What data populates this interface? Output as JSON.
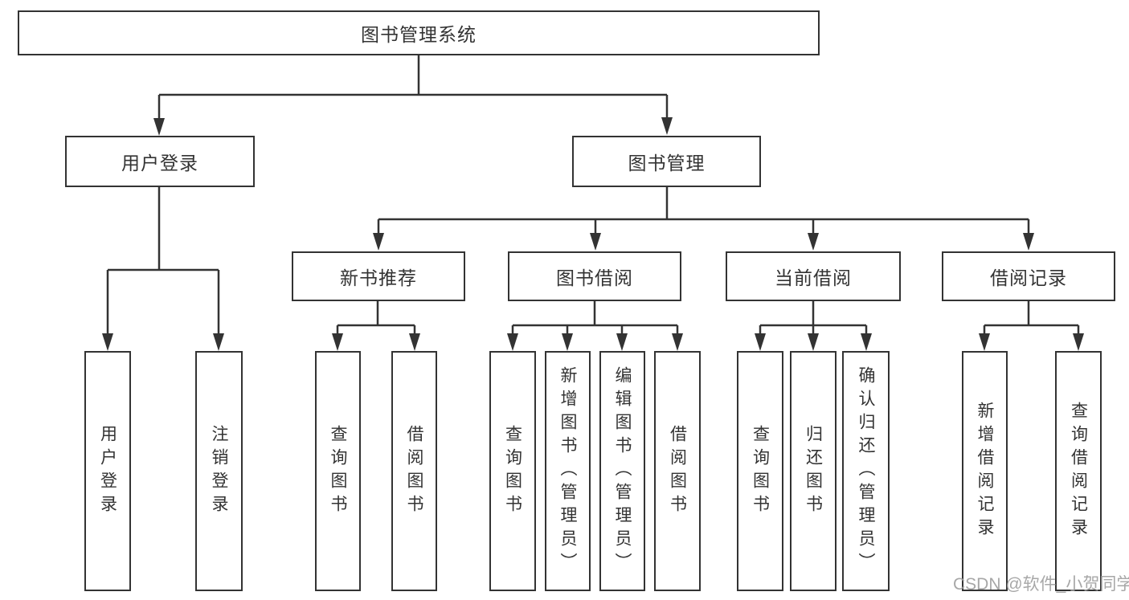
{
  "diagram_title": "图书管理系统",
  "nodes": {
    "root": "图书管理系统",
    "user_login": "用户登录",
    "book_mgmt": "图书管理",
    "new_book_rec": "新书推荐",
    "book_borrow": "图书借阅",
    "current_borrow": "当前借阅",
    "borrow_records": "借阅记录",
    "leaf_user_login": "用户登录",
    "leaf_logout": "注销登录",
    "leaf_nbr_query": "查询图书",
    "leaf_nbr_borrow": "借阅图书",
    "leaf_bb_query": "查询图书",
    "leaf_bb_add": "新增图书（管理员）",
    "leaf_bb_edit": "编辑图书（管理员）",
    "leaf_bb_borrow": "借阅图书",
    "leaf_cb_query": "查询图书",
    "leaf_cb_return": "归还图书",
    "leaf_cb_confirm": "确认归还（管理员）",
    "leaf_br_add": "新增借阅记录",
    "leaf_br_query": "查询借阅记录"
  },
  "hierarchy": {
    "图书管理系统": {
      "用户登录": [
        "用户登录",
        "注销登录"
      ],
      "图书管理": {
        "新书推荐": [
          "查询图书",
          "借阅图书"
        ],
        "图书借阅": [
          "查询图书",
          "新增图书（管理员）",
          "编辑图书（管理员）",
          "借阅图书"
        ],
        "当前借阅": [
          "查询图书",
          "归还图书",
          "确认归还（管理员）"
        ],
        "借阅记录": [
          "新增借阅记录",
          "查询借阅记录"
        ]
      }
    }
  },
  "watermark": {
    "text": "CSDN @软件_小贺同学",
    "color": "#9e9e9e"
  },
  "colors": {
    "line": "#333333",
    "box_border": "#333333",
    "text": "#333333",
    "background": "#ffffff"
  }
}
